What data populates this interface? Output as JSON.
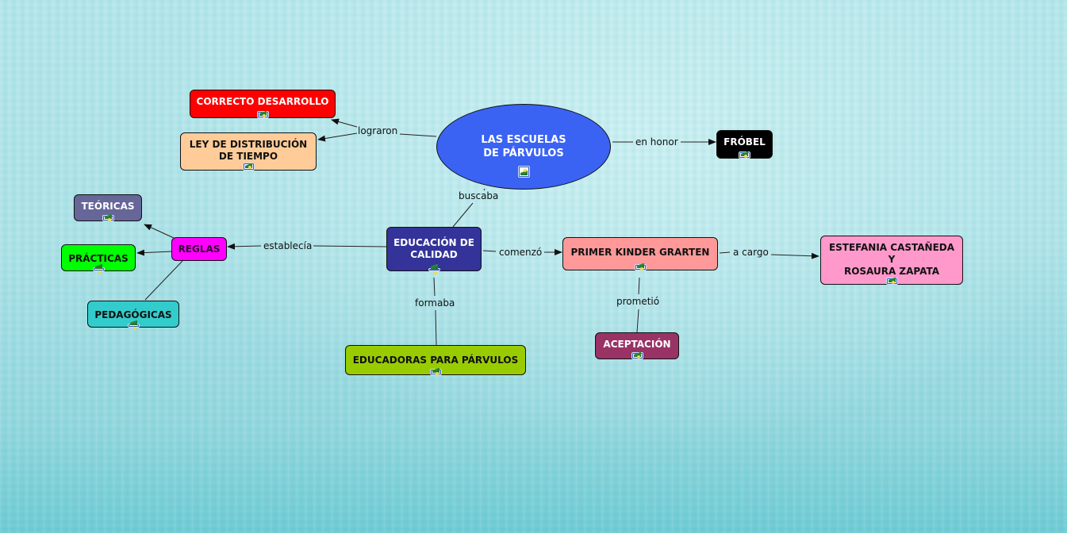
{
  "title": "LAS ESCUELAS DE PÁRVULOS",
  "nodes": {
    "escuelas": {
      "label": "LAS ESCUELAS\nDE PÁRVULOS",
      "bg": "#3a63f4",
      "color": "#ffffff"
    },
    "correcto": {
      "label": "CORRECTO DESARROLLO",
      "bg": "#ff0000",
      "color": "#ffffff"
    },
    "ley": {
      "label": "LEY DE DISTRIBUCIÓN\nDE TIEMPO",
      "bg": "#ffcc99",
      "color": "#111111"
    },
    "frobel": {
      "label": "FRÓBEL",
      "bg": "#000000",
      "color": "#ffffff"
    },
    "educacion": {
      "label": "EDUCACIÓN DE\nCALIDAD",
      "bg": "#333399",
      "color": "#ffffff"
    },
    "reglas": {
      "label": "REGLAS",
      "bg": "#ff00ff",
      "color": "#330033"
    },
    "teoricas": {
      "label": "TEÓRICAS",
      "bg": "#666699",
      "color": "#ffffff"
    },
    "practicas": {
      "label": "PRÁCTICAS",
      "bg": "#00ff00",
      "color": "#111111"
    },
    "pedagogicas": {
      "label": "PEDAGÓGICAS",
      "bg": "#33cccc",
      "color": "#111111"
    },
    "educadoras": {
      "label": "EDUCADORAS PARA PÁRVULOS",
      "bg": "#99cc00",
      "color": "#111111"
    },
    "kinder": {
      "label": "PRIMER KINDER GRARTEN",
      "bg": "#ff9999",
      "color": "#111111"
    },
    "estefania": {
      "label": "ESTEFANIA CASTAÑEDA\nY\nROSAURA ZAPATA",
      "bg": "#ff99cc",
      "color": "#111111"
    },
    "aceptacion": {
      "label": "ACEPTACIÓN",
      "bg": "#993366",
      "color": "#ffffff"
    }
  },
  "links": {
    "lograron": "lograron",
    "en_honor": "en honor",
    "buscaba": "buscaba",
    "establecia": "establecía",
    "comenzo": "comenzó",
    "formaba": "formaba",
    "a_cargo": "a cargo",
    "prometio": "prometió"
  },
  "icon": "image-icon"
}
